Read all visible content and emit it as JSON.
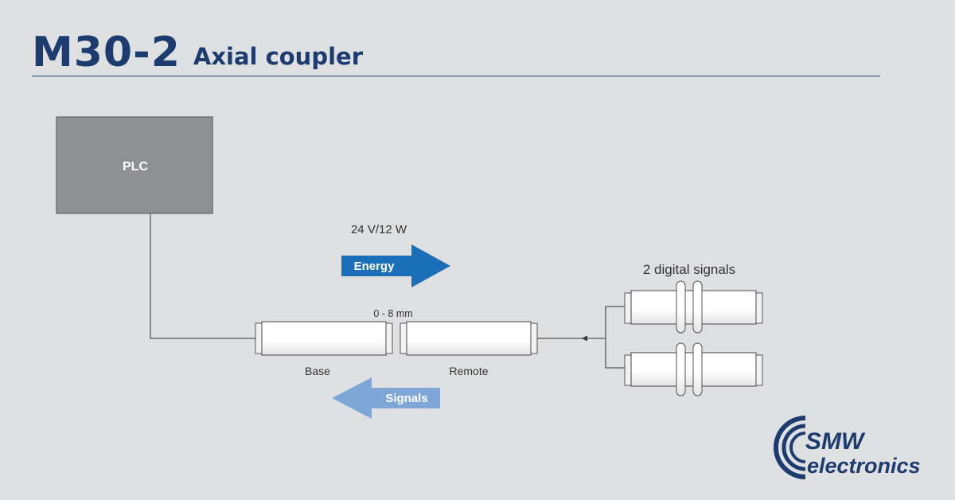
{
  "header": {
    "title": "M30-2",
    "subtitle": "Axial coupler"
  },
  "diagram": {
    "plc_label": "PLC",
    "power_label": "24 V/12 W",
    "energy_label": "Energy",
    "signals_label": "Signals",
    "gap_label": "0 - 8 mm",
    "base_label": "Base",
    "remote_label": "Remote",
    "digital_label": "2 digital signals"
  },
  "logo": {
    "line1": "SMW",
    "line2": "electronics"
  },
  "colors": {
    "title": "#1c3c6f",
    "energy_arrow": "#1a6fb8",
    "signals_arrow": "#7ea7d8",
    "plc_box": "#8e9092"
  }
}
